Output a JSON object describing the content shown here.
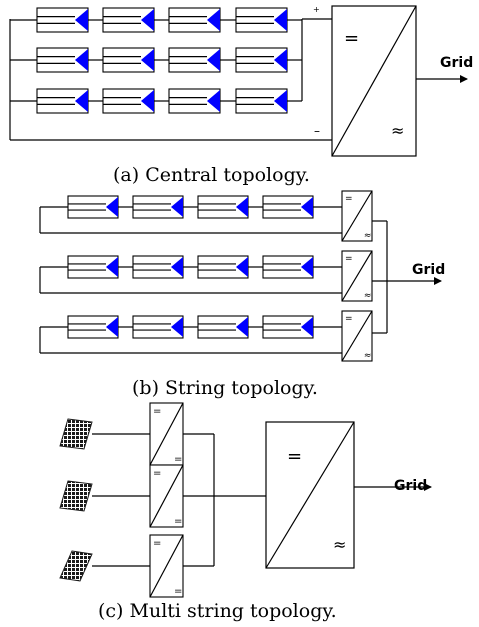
{
  "central": {
    "caption": "(a)   Central topology.",
    "grid_label": "Grid",
    "plus_sign": "+",
    "minus_sign": "–",
    "dc_symbol": "=",
    "ac_symbol": "≈"
  },
  "string": {
    "caption": "(b)    String topology.",
    "grid_label": "Grid",
    "dc_symbol": "=",
    "ac_symbol": "≈"
  },
  "multistring": {
    "caption": "(c)  Multi string topology.",
    "grid_label": "Grid",
    "dc_symbol": "=",
    "ac_symbol": "≈"
  },
  "colors": {
    "pv_triangle": "#0000ff",
    "line": "#000000",
    "panel": "#1a1a1a"
  },
  "icons": {
    "pv_module": "pv-module-icon",
    "converter": "converter-icon",
    "solar_panel": "solar-panel-icon"
  }
}
